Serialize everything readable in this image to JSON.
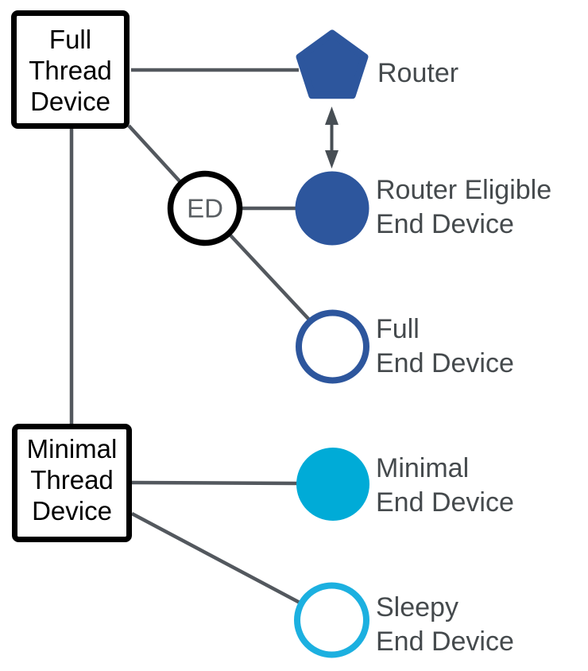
{
  "colors": {
    "navy": "#2d569d",
    "cyan": "#00abd7",
    "cyan_light": "#1cb0e0",
    "edge": "#53585e",
    "arrow": "#474e54",
    "label": "#454a4d",
    "ed_label": "#5b6064",
    "box_border": "#000000",
    "background": "#ffffff"
  },
  "boxes": {
    "full_thread_device": {
      "lines": [
        "Full",
        "Thread",
        "Device"
      ]
    },
    "minimal_thread_device": {
      "lines": [
        "Minimal",
        "Thread",
        "Device"
      ]
    }
  },
  "nodes": {
    "router": {
      "label": "Router",
      "shape": "pentagon"
    },
    "router_eligible_end_device": {
      "label_line1": "Router Eligible",
      "label_line2": "End Device",
      "shape": "filled-circle"
    },
    "full_end_device": {
      "label_line1": "Full",
      "label_line2": "End Device",
      "shape": "outlined-circle"
    },
    "minimal_end_device": {
      "label_line1": "Minimal",
      "label_line2": "End Device",
      "shape": "filled-circle"
    },
    "sleepy_end_device": {
      "label_line1": "Sleepy",
      "label_line2": "End Device",
      "shape": "outlined-circle"
    },
    "ed": {
      "label": "ED",
      "shape": "outlined-circle"
    }
  }
}
